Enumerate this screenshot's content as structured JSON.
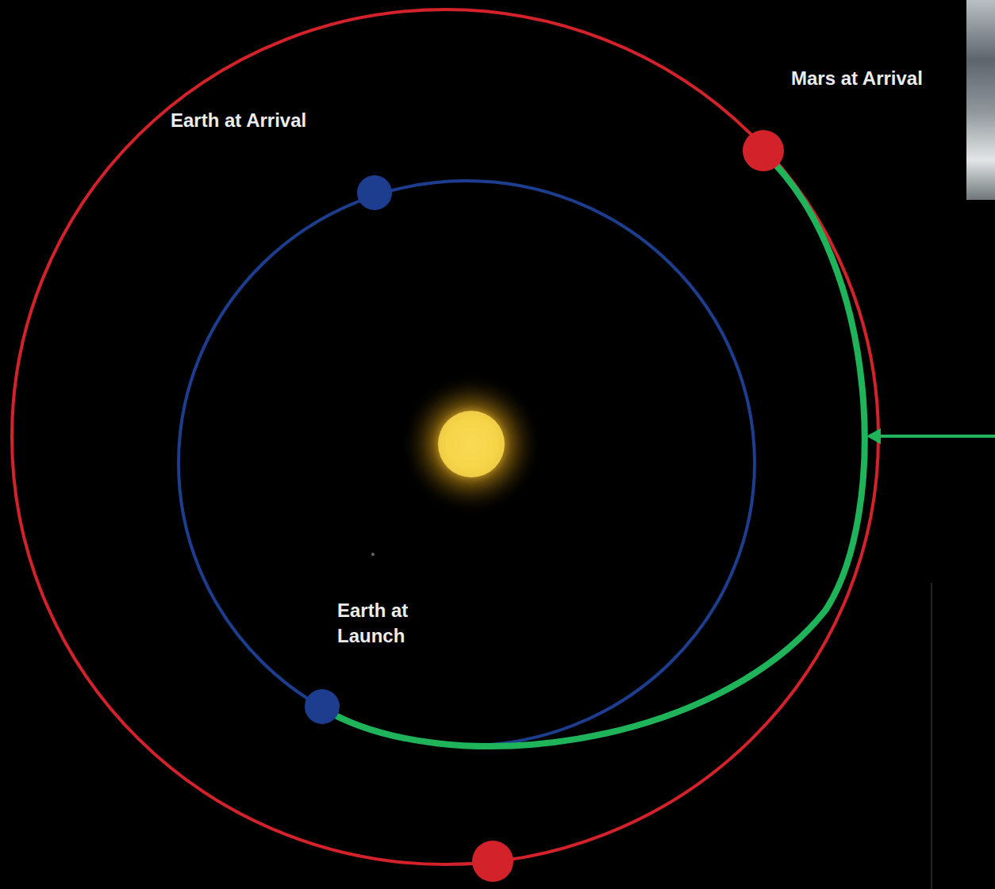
{
  "diagram": {
    "labels": [
      "Earth at Arrival",
      "Mars at Arrival",
      "Earth at Launch"
    ]
  }
}
